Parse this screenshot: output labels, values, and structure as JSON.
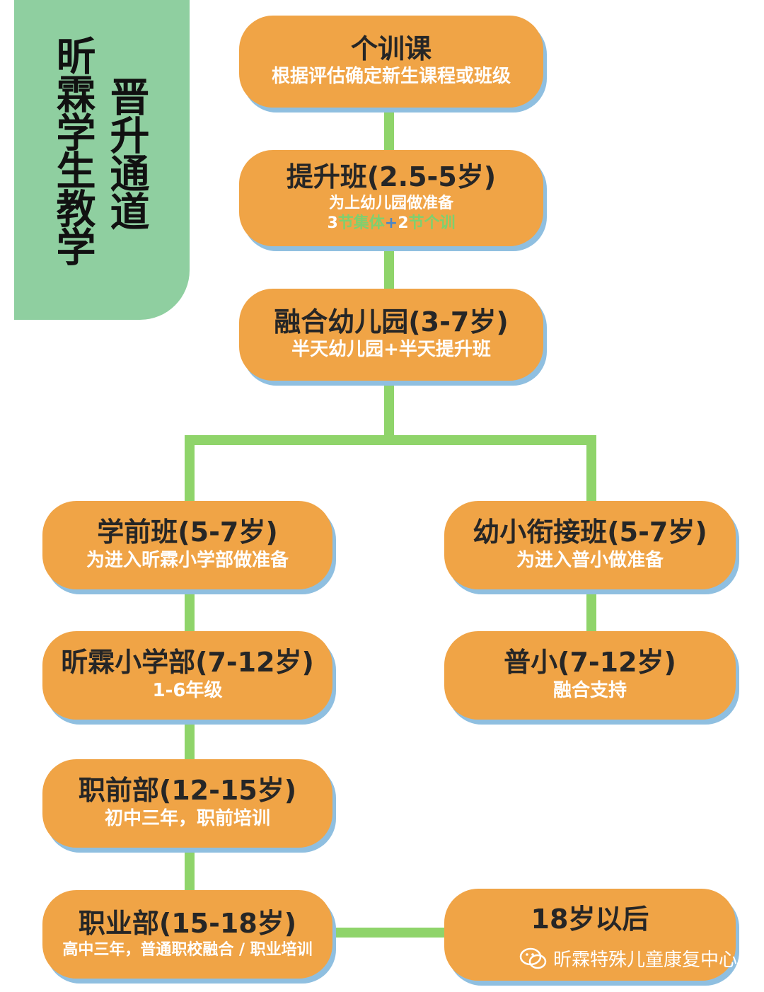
{
  "title": {
    "line1": "昕霖学生教学",
    "line2": "晋升通道"
  },
  "nodes": {
    "individual": {
      "main": "个训课",
      "sub": "根据评估确定新生课程或班级"
    },
    "improve": {
      "main": "提升班(2.5-5岁)",
      "sub": "为上幼儿园做准备",
      "extra": {
        "n1": "3",
        "t1": "节集体",
        "plus": "+",
        "n2": "2",
        "t2": "节个训"
      }
    },
    "kindergarten": {
      "main": "融合幼儿园(3-7岁)",
      "sub": "半天幼儿园+半天提升班"
    },
    "preschool": {
      "main": "学前班(5-7岁)",
      "sub": "为进入昕霖小学部做准备"
    },
    "bridge": {
      "main": "幼小衔接班(5-7岁)",
      "sub": "为进入普小做准备"
    },
    "primary": {
      "main": "昕霖小学部(7-12岁)",
      "sub": "1-6年级"
    },
    "regular_primary": {
      "main": "普小(7-12岁)",
      "sub": "融合支持"
    },
    "prevocational": {
      "main": "职前部(12-15岁)",
      "sub": "初中三年，职前培训"
    },
    "vocational": {
      "main": "职业部(15-18岁)",
      "sub": "高中三年，普通职校融合 / 职业培训"
    },
    "after18": {
      "main": "18岁以后"
    }
  },
  "watermark": "昕霖特殊儿童康复中心",
  "colors": {
    "node_fill": "#f0a446",
    "node_shadow": "#8fbfe0",
    "connector": "#8fd46a",
    "title_block": "#8fcfa0"
  }
}
